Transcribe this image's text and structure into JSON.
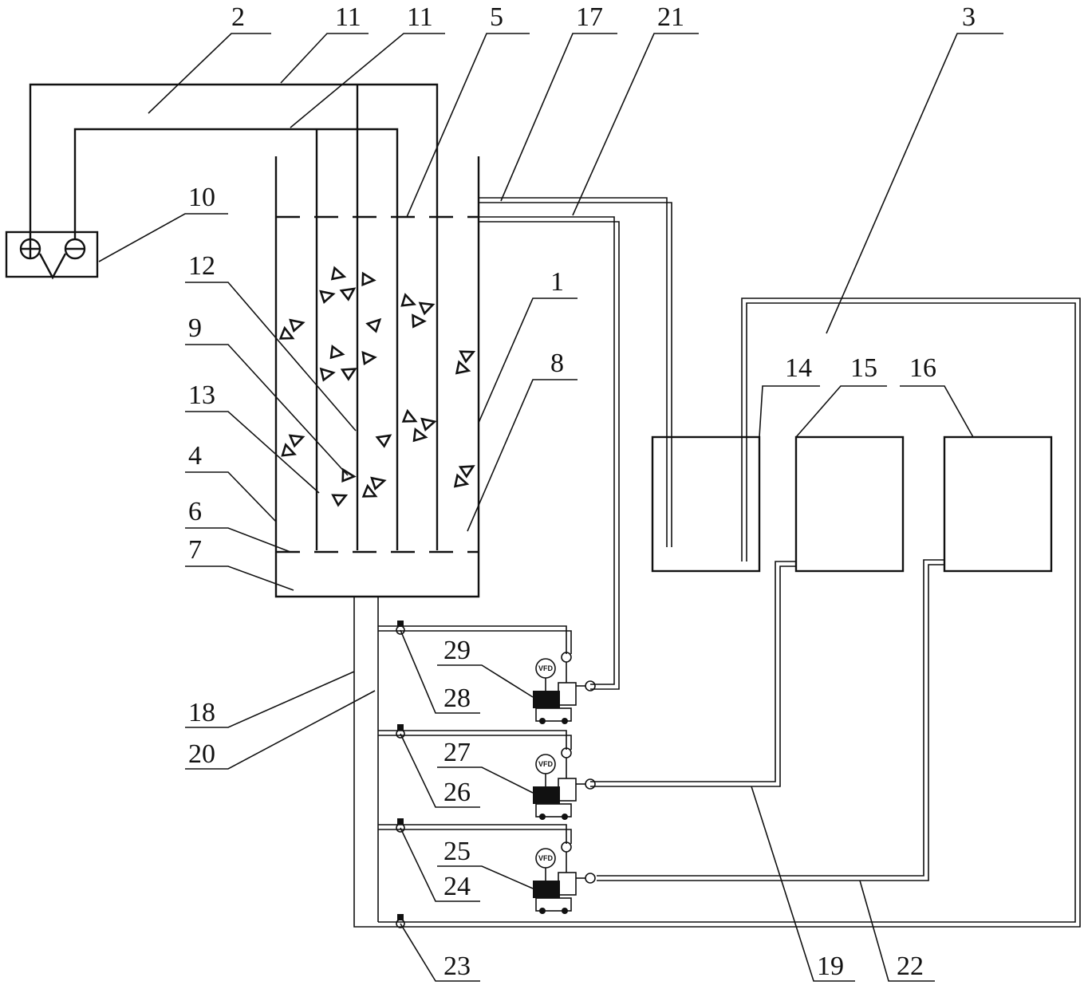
{
  "labels": {
    "l2": "2",
    "l11a": "11",
    "l11b": "11",
    "l5": "5",
    "l17": "17",
    "l21": "21",
    "l3": "3",
    "l10": "10",
    "l12": "12",
    "l1": "1",
    "l9": "9",
    "l8": "8",
    "l13": "13",
    "l14": "14",
    "l15": "15",
    "l16": "16",
    "l4": "4",
    "l6": "6",
    "l7": "7",
    "l29": "29",
    "l28": "28",
    "l18": "18",
    "l20": "20",
    "l27": "27",
    "l26": "26",
    "l25": "25",
    "l24": "24",
    "l23": "23",
    "l19": "19",
    "l22": "22"
  },
  "pump_badge": "VFD"
}
